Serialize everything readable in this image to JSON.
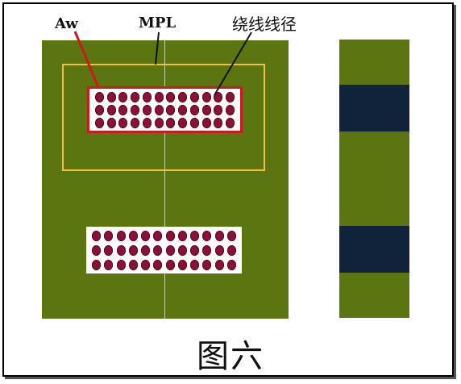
{
  "labels": {
    "aw": "Aw",
    "mpl": "MPL",
    "wire_diameter": "绕线线径"
  },
  "caption": "图六",
  "colors": {
    "core": "#5b7510",
    "winding_fill": "#ffffff",
    "wire_dot": "#8c1038",
    "window_outline": "#cc1a1a",
    "mpl_outline": "#f1c232",
    "gap": "#10233a"
  },
  "winding_grid": {
    "rows": 3,
    "columns": 12
  }
}
